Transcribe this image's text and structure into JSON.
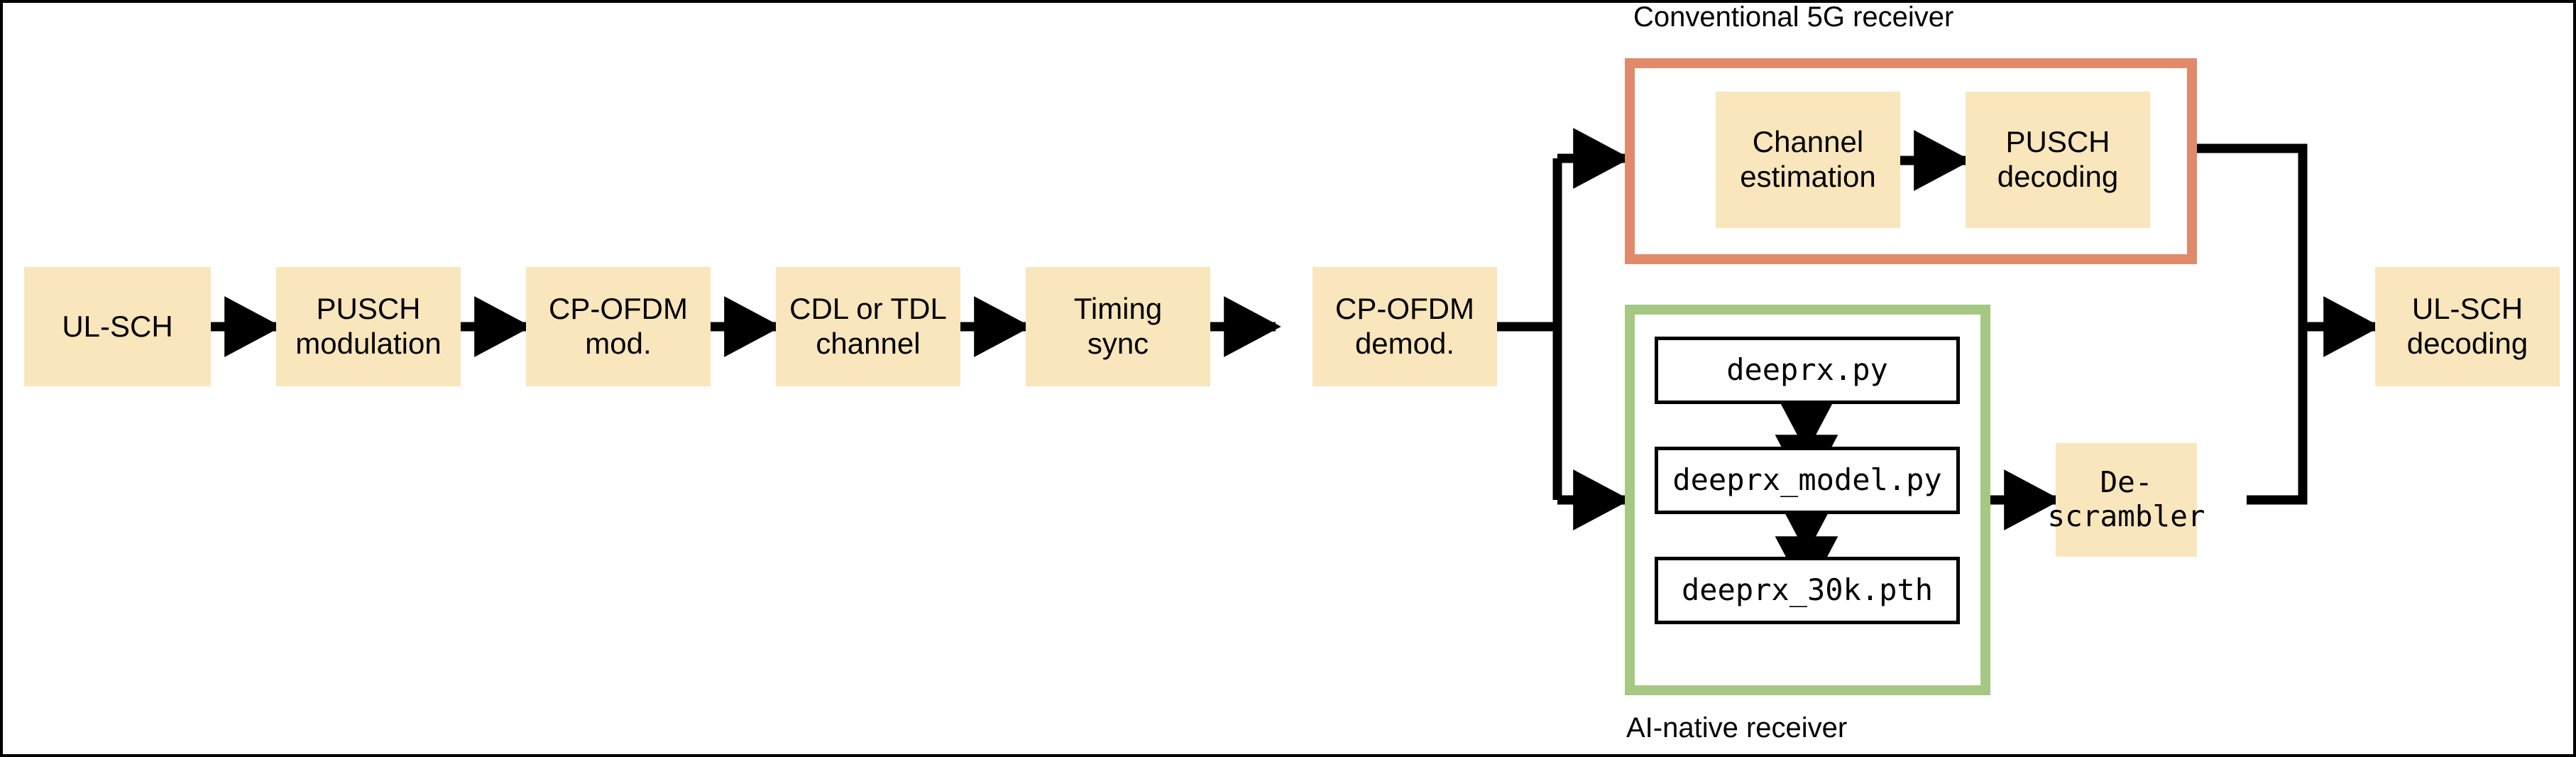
{
  "figure": {
    "title": "5G PUSCH receiver chain block diagram",
    "background": "#ffffff",
    "border_color": "#000000",
    "colors": {
      "block_fill": "#fae6bc",
      "conventional_border": "#e08a6b",
      "ainative_border": "#a5c882",
      "arrow": "#000000",
      "file_box_border": "#000000"
    }
  },
  "pipeline": {
    "blocks": [
      {
        "id": "ul-sch",
        "label": "UL-SCH"
      },
      {
        "id": "pusch-modulation",
        "label": "PUSCH\nmodulation"
      },
      {
        "id": "cp-ofdm-mod",
        "label": "CP-OFDM\nmod."
      },
      {
        "id": "cdl-tdl-channel",
        "label": "CDL or TDL\nchannel"
      },
      {
        "id": "timing-sync",
        "label": "Timing\nsync"
      },
      {
        "id": "cp-ofdm-demod",
        "label": "CP-OFDM\ndemod."
      }
    ],
    "block_labels": {
      "ul_sch": "UL-SCH",
      "pusch_modulation_line1": "PUSCH",
      "pusch_modulation_line2": "modulation",
      "cp_ofdm_mod_line1": "CP-OFDM",
      "cp_ofdm_mod_line2": "mod.",
      "cdl_tdl_line1": "CDL or TDL",
      "cdl_tdl_line2": "channel",
      "timing_sync_line1": "Timing",
      "timing_sync_line2": "sync",
      "cp_ofdm_demod_line1": "CP-OFDM",
      "cp_ofdm_demod_line2": "demod."
    }
  },
  "conventional_receiver": {
    "label": "Conventional 5G receiver",
    "blocks": [
      {
        "id": "channel-estimation",
        "line1": "Channel",
        "line2": "estimation"
      },
      {
        "id": "pusch-decoding",
        "line1": "PUSCH",
        "line2": "decoding"
      }
    ]
  },
  "ai_native_receiver": {
    "label": "AI-native receiver",
    "files": [
      {
        "id": "deeprx-py",
        "name": "deeprx.py"
      },
      {
        "id": "deeprx-model-py",
        "name": "deeprx_model.py"
      },
      {
        "id": "deeprx-30k-pth",
        "name": "deeprx_30k.pth"
      }
    ]
  },
  "descrambler": {
    "id": "de-scrambler",
    "line1": "De-",
    "line2": "scrambler"
  },
  "output": {
    "id": "ul-sch-decoding",
    "line1": "UL-SCH",
    "line2": "decoding"
  }
}
